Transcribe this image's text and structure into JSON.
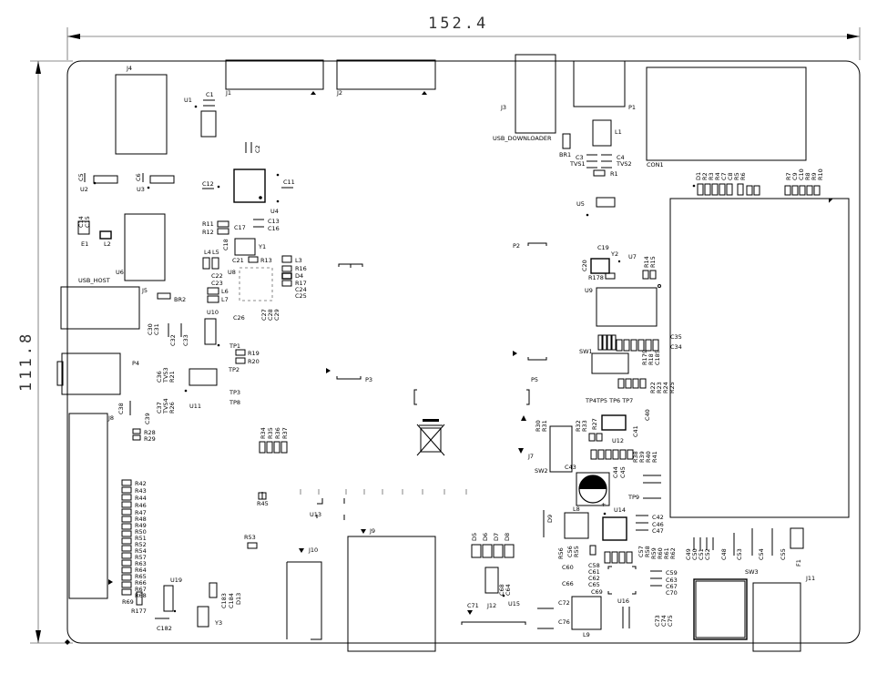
{
  "dimensions": {
    "width": "152.4",
    "height": "111.8"
  },
  "labels": {
    "usb_downloader": "USB_DOWNLOADER",
    "usb_host": "USB_HOST",
    "tp_row": "TP4TP5 TP6 TP7"
  },
  "refs": {
    "J4": "J4",
    "J1": "J1",
    "J2": "J2",
    "J3": "J3",
    "P1": "P1",
    "L1": "L1",
    "BR1": "BR1",
    "C3": "C3",
    "C4": "C4",
    "TVS1": "TVS1",
    "TVS2": "TVS2",
    "R1": "R1",
    "CON1": "CON1",
    "U1": "U1",
    "C1": "C1",
    "C2": "C2",
    "C5": "C5",
    "U2": "U2",
    "C6": "C6",
    "U3": "U3",
    "C12": "C12",
    "C11": "C11",
    "U4": "U4",
    "C14": "C14",
    "C15": "C15",
    "E1": "E1",
    "L2": "L2",
    "U6": "U6",
    "R11": "R11",
    "R12": "R12",
    "C17": "C17",
    "C13": "C13",
    "C16": "C16",
    "C18": "C18",
    "Y1": "Y1",
    "L4": "L4",
    "L5": "L5",
    "C21": "C21",
    "R13": "R13",
    "L3": "L3",
    "U8": "U8",
    "R16": "R16",
    "D4": "D4",
    "R17": "R17",
    "C22": "C22",
    "C23": "C23",
    "C24": "C24",
    "C25": "C25",
    "L6": "L6",
    "L7": "L7",
    "J5": "J5",
    "BR2": "BR2",
    "C26": "C26",
    "C27": "C27",
    "C28": "C28",
    "C29": "C29",
    "C30": "C30",
    "C31": "C31",
    "C32": "C32",
    "C33": "C33",
    "U10": "U10",
    "TP1": "TP1",
    "R19": "R19",
    "R20": "R20",
    "TP2": "TP2",
    "P4": "P4",
    "C36": "C36",
    "TVS3": "TVS3",
    "R21": "R21",
    "U11": "U11",
    "TP3": "TP3",
    "TP8": "TP8",
    "C37": "C37",
    "TVS4": "TVS4",
    "R26": "R26",
    "C38": "C38",
    "J8": "J8",
    "C39": "C39",
    "R28": "R28",
    "R29": "R29",
    "R34": "R34",
    "R35": "R35",
    "R36": "R36",
    "R37": "R37",
    "P3": "P3",
    "P2": "P2",
    "U5": "U5",
    "C19": "C19",
    "Y2": "Y2",
    "U7": "U7",
    "R14": "R14",
    "R15": "R15",
    "C20": "C20",
    "R178": "R178",
    "U9": "U9",
    "D1": "D1",
    "R2": "R2",
    "R3": "R3",
    "R4": "R4",
    "C7": "C7",
    "C8": "C8",
    "R5": "R5",
    "R6": "R6",
    "R7": "R7",
    "C9": "C9",
    "C10": "C10",
    "R8": "R8",
    "R9": "R9",
    "R10": "R10",
    "SW1": "SW1",
    "C185": "C185",
    "R179": "R179",
    "R18": "R18",
    "C35": "C35",
    "C34": "C34",
    "R22": "R22",
    "R23": "R23",
    "R24": "R24",
    "R25": "R25",
    "P5": "P5",
    "R30": "R30",
    "R31": "R31",
    "R32": "R32",
    "R33": "R33",
    "R27": "R27",
    "J7": "J7",
    "SW2": "SW2",
    "U12": "U12",
    "C41": "C41",
    "C40": "C40",
    "R38": "R38",
    "R39": "R39",
    "R40": "R40",
    "R41": "R41",
    "C43": "C43",
    "C44": "C44",
    "C45": "C45",
    "TP9": "TP9",
    "L8": "L8",
    "U14": "U14",
    "D9": "D9",
    "C42": "C42",
    "C46": "C46",
    "C47": "C47",
    "R42": "R42",
    "R43": "R43",
    "R44": "R44",
    "R46": "R46",
    "R47": "R47",
    "R48": "R48",
    "R49": "R49",
    "R50": "R50",
    "R51": "R51",
    "R52": "R52",
    "R54": "R54",
    "R57": "R57",
    "R63": "R63",
    "R64": "R64",
    "R65": "R65",
    "R66": "R66",
    "R67": "R67",
    "R68": "R68",
    "R69": "R69",
    "R177": "R177",
    "R45": "R45",
    "U13": "U13",
    "R53": "R53",
    "J10": "J10",
    "J9": "J9",
    "D5": "D5",
    "D6": "D6",
    "D7": "D7",
    "D8": "D8",
    "R56": "R56",
    "C56": "C56",
    "R55": "R55",
    "C57": "C57",
    "R58": "R58",
    "R59": "R59",
    "R60": "R60",
    "R61": "R61",
    "R62": "R62",
    "C60": "C60",
    "C58": "C58",
    "C61": "C61",
    "C62": "C62",
    "C65": "C65",
    "C66": "C66",
    "C69": "C69",
    "U16": "U16",
    "C59": "C59",
    "C63": "C63",
    "C67": "C67",
    "C70": "C70",
    "C68": "C68",
    "C64": "C64",
    "J12": "J12",
    "U15": "U15",
    "C71": "C71",
    "C72": "C72",
    "C76": "C76",
    "L9": "L9",
    "C73": "C73",
    "C74": "C74",
    "C75": "C75",
    "C49": "C49",
    "C50": "C50",
    "C51": "C51",
    "C52": "C52",
    "C48": "C48",
    "C53": "C53",
    "C54": "C54",
    "C55": "C55",
    "SW3": "SW3",
    "F1": "F1",
    "J11": "J11",
    "U19": "U19",
    "C183": "C183",
    "C184": "C184",
    "D13": "D13",
    "C182": "C182",
    "Y3": "Y3"
  }
}
